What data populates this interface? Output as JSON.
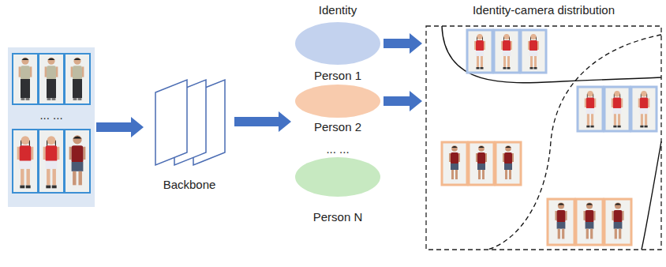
{
  "diagram": {
    "nodes": [
      {
        "text": [
          "... ..."
        ]
      },
      {
        "text": [
          "Backbone"
        ]
      },
      {
        "text": [
          "Person 1"
        ]
      },
      {
        "text": [
          "Person 2"
        ]
      },
      {
        "text": [
          "Person N"
        ]
      },
      {
        "text": [
          "Identity-camera distribution"
        ]
      }
    ],
    "edges": [
      {
        "from": 0,
        "to": 1,
        "arrow": "to"
      },
      {
        "from": 1,
        "to": 3,
        "arrow": "to"
      },
      {
        "from": 2,
        "to": 5,
        "arrow": "to"
      },
      {
        "from": 3,
        "to": 5,
        "arrow": "to"
      }
    ],
    "labels": [
      "Identity",
      "... ..."
    ]
  }
}
